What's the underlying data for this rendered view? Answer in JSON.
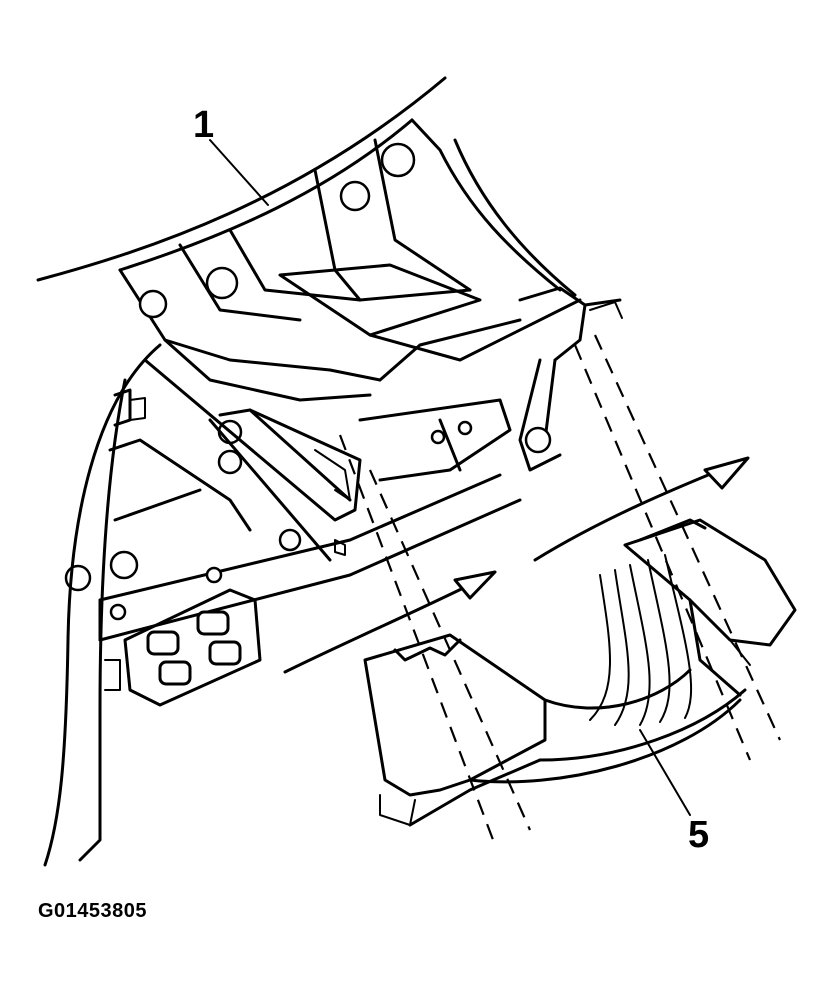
{
  "figure": {
    "id": "G01453805",
    "callouts": [
      {
        "label": "1"
      },
      {
        "label": "5"
      }
    ]
  }
}
